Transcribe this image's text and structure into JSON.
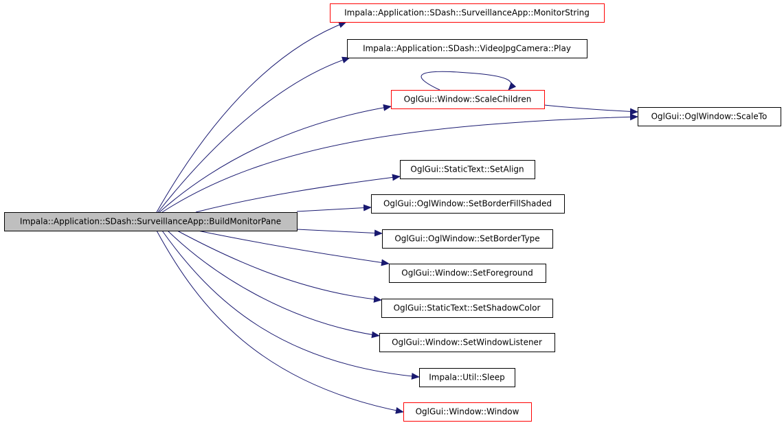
{
  "diagram": {
    "type": "call-graph",
    "root": {
      "id": "root",
      "label": "Impala::Application::SDash::SurveillanceApp::BuildMonitorPane",
      "fill": "#bfbfbf",
      "border": "#000000"
    },
    "nodes": [
      {
        "id": "monitorstring",
        "label": "Impala::Application::SDash::SurveillanceApp::MonitorString",
        "border": "#ff0000"
      },
      {
        "id": "play",
        "label": "Impala::Application::SDash::VideoJpgCamera::Play",
        "border": "#000000"
      },
      {
        "id": "scalechildren",
        "label": "OglGui::Window::ScaleChildren",
        "border": "#ff0000"
      },
      {
        "id": "scaleto",
        "label": "OglGui::OglWindow::ScaleTo",
        "border": "#000000"
      },
      {
        "id": "setalign",
        "label": "OglGui::StaticText::SetAlign",
        "border": "#000000"
      },
      {
        "id": "setborderfillshaded",
        "label": "OglGui::OglWindow::SetBorderFillShaded",
        "border": "#000000"
      },
      {
        "id": "setbordertype",
        "label": "OglGui::OglWindow::SetBorderType",
        "border": "#000000"
      },
      {
        "id": "setforeground",
        "label": "OglGui::Window::SetForeground",
        "border": "#000000"
      },
      {
        "id": "setshadowcolor",
        "label": "OglGui::StaticText::SetShadowColor",
        "border": "#000000"
      },
      {
        "id": "setwindowlistener",
        "label": "OglGui::Window::SetWindowListener",
        "border": "#000000"
      },
      {
        "id": "sleep",
        "label": "Impala::Util::Sleep",
        "border": "#000000"
      },
      {
        "id": "window",
        "label": "OglGui::Window::Window",
        "border": "#ff0000"
      }
    ],
    "edges": [
      {
        "from": "root",
        "to": "monitorstring"
      },
      {
        "from": "root",
        "to": "play"
      },
      {
        "from": "root",
        "to": "scalechildren"
      },
      {
        "from": "root",
        "to": "scaleto"
      },
      {
        "from": "root",
        "to": "setalign"
      },
      {
        "from": "root",
        "to": "setborderfillshaded"
      },
      {
        "from": "root",
        "to": "setbordertype"
      },
      {
        "from": "root",
        "to": "setforeground"
      },
      {
        "from": "root",
        "to": "setshadowcolor"
      },
      {
        "from": "root",
        "to": "setwindowlistener"
      },
      {
        "from": "root",
        "to": "sleep"
      },
      {
        "from": "root",
        "to": "window"
      },
      {
        "from": "scalechildren",
        "to": "scalechildren"
      },
      {
        "from": "scalechildren",
        "to": "scaleto"
      }
    ],
    "edge_color": "#191970"
  }
}
